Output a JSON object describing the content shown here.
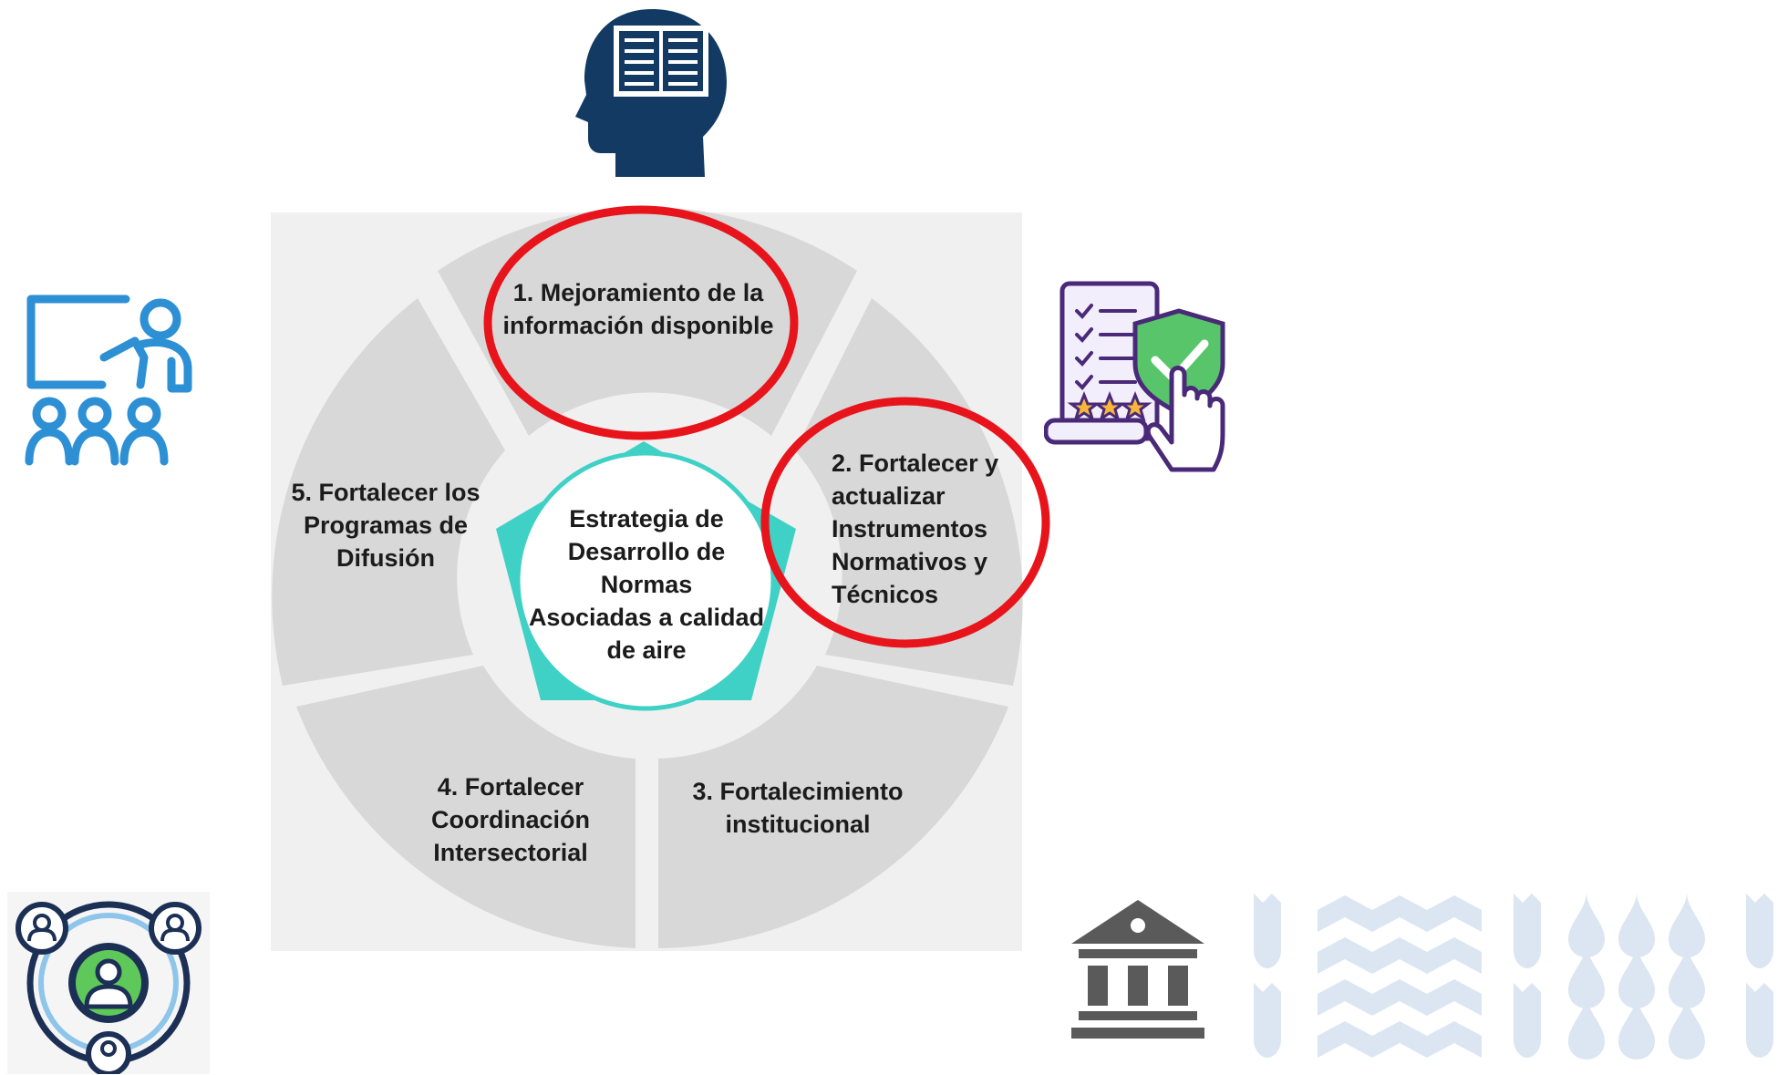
{
  "diagram": {
    "center": {
      "lines": [
        "Estrategia de",
        "Desarrollo de",
        "Normas",
        "Asociadas a calidad",
        "de aire"
      ]
    },
    "segments": [
      {
        "lines": [
          "1. Mejoramiento de la",
          "información disponible"
        ],
        "highlighted": true
      },
      {
        "lines": [
          "2. Fortalecer y",
          "actualizar",
          "Instrumentos",
          "Normativos y",
          "Técnicos"
        ],
        "highlighted": true
      },
      {
        "lines": [
          "3. Fortalecimiento",
          "institucional"
        ],
        "highlighted": false
      },
      {
        "lines": [
          "4. Fortalecer",
          "Coordinación",
          "Intersectorial"
        ],
        "highlighted": false
      },
      {
        "lines": [
          "5. Fortalecer los",
          "Programas de",
          "Difusión"
        ],
        "highlighted": false
      }
    ]
  },
  "icons": {
    "top": "head-book-icon",
    "left": "teacher-presentation-icon",
    "right": "checklist-shield-icon",
    "bottom_left": "network-people-icon",
    "bottom_right": "institution-building-icon",
    "logo": "wave-drop-pattern-logo"
  },
  "colors": {
    "highlight": "#e8141c",
    "teal": "#3fd1c6",
    "segment": "#d8d8d8",
    "panel": "#f0f0f0",
    "icon_navy": "#123a63",
    "icon_blue": "#2d8fd4",
    "logo": "#dbe6f2"
  }
}
